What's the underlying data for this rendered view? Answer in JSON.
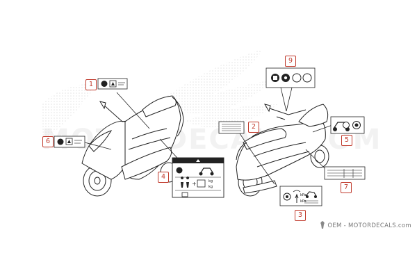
{
  "callouts": {
    "c1": "1",
    "c2": "2",
    "c3": "3",
    "c4": "4",
    "c5": "5",
    "c6": "6",
    "c7": "7",
    "c9": "9"
  },
  "label_texts": {
    "tire_front": "kPa",
    "tire_rear": "kPa",
    "l9_a": "kg",
    "l9_b": "kg"
  },
  "watermark": "OEM - MOTORDECALS.com",
  "colors": {
    "callout": "#c0392b",
    "line": "#222222",
    "ghost": "#eeeeee"
  }
}
